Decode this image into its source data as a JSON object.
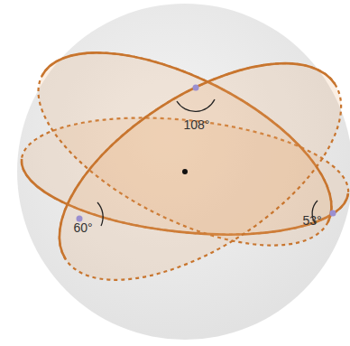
{
  "diagram": {
    "labels": [
      "108°",
      "60°",
      "53°"
    ]
  }
}
